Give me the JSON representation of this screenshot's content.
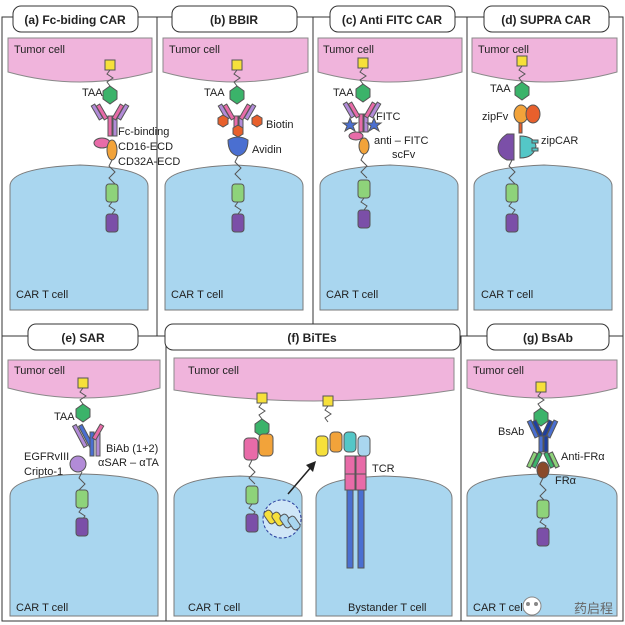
{
  "colors": {
    "tumor": "#f0b4dc",
    "car_cell": "#a9d6ef",
    "cell_stroke": "#7a7a7a",
    "taa": "#f6e03a",
    "hinge": "#3bb36a",
    "green_domain": "#8ed37a",
    "purple_domain": "#7b4fa8",
    "pink_domain": "#e86ba8",
    "orange": "#f2a33a",
    "red_orange": "#e8602c",
    "blue": "#4a6fd1",
    "dark_blue": "#1f3f9e",
    "teal": "#54c7c7",
    "brown": "#8a4a2a"
  },
  "panels": {
    "a": {
      "title": "(a) Fc-biding CAR",
      "tumor": "Tumor cell",
      "cell": "CAR T cell",
      "labels": [
        "TAA",
        "Fc-binding",
        "CD16-ECD",
        "CD32A-ECD"
      ]
    },
    "b": {
      "title": "(b) BBIR",
      "tumor": "Tumor cell",
      "cell": "CAR T cell",
      "labels": [
        "TAA",
        "Biotin",
        "Avidin"
      ]
    },
    "c": {
      "title": "(c) Anti FITC CAR",
      "tumor": "Tumor cell",
      "cell": "CAR T cell",
      "labels": [
        "TAA",
        "FITC",
        "anti – FITC",
        "scFv"
      ]
    },
    "d": {
      "title": "(d) SUPRA CAR",
      "tumor": "Tumor cell",
      "cell": "CAR T cell",
      "labels": [
        "TAA",
        "zipFv",
        "zipCAR"
      ]
    },
    "e": {
      "title": "(e) SAR",
      "tumor": "Tumor cell",
      "cell": "CAR T cell",
      "labels": [
        "TAA",
        "EGFRvIII",
        "Cripto-1",
        "BiAb (1+2)",
        "αSAR – αTA"
      ]
    },
    "f": {
      "title": "(f) BiTEs",
      "tumor": "Tumor cell",
      "cell": "CAR T cell",
      "cell2": "Bystander T cell",
      "labels": [
        "TCR"
      ]
    },
    "g": {
      "title": "(g) BsAb",
      "tumor": "Tumor cell",
      "cell": "CAR T cell",
      "labels": [
        "BsAb",
        "Anti-FRα",
        "FRα"
      ]
    }
  },
  "watermark": "药启程"
}
